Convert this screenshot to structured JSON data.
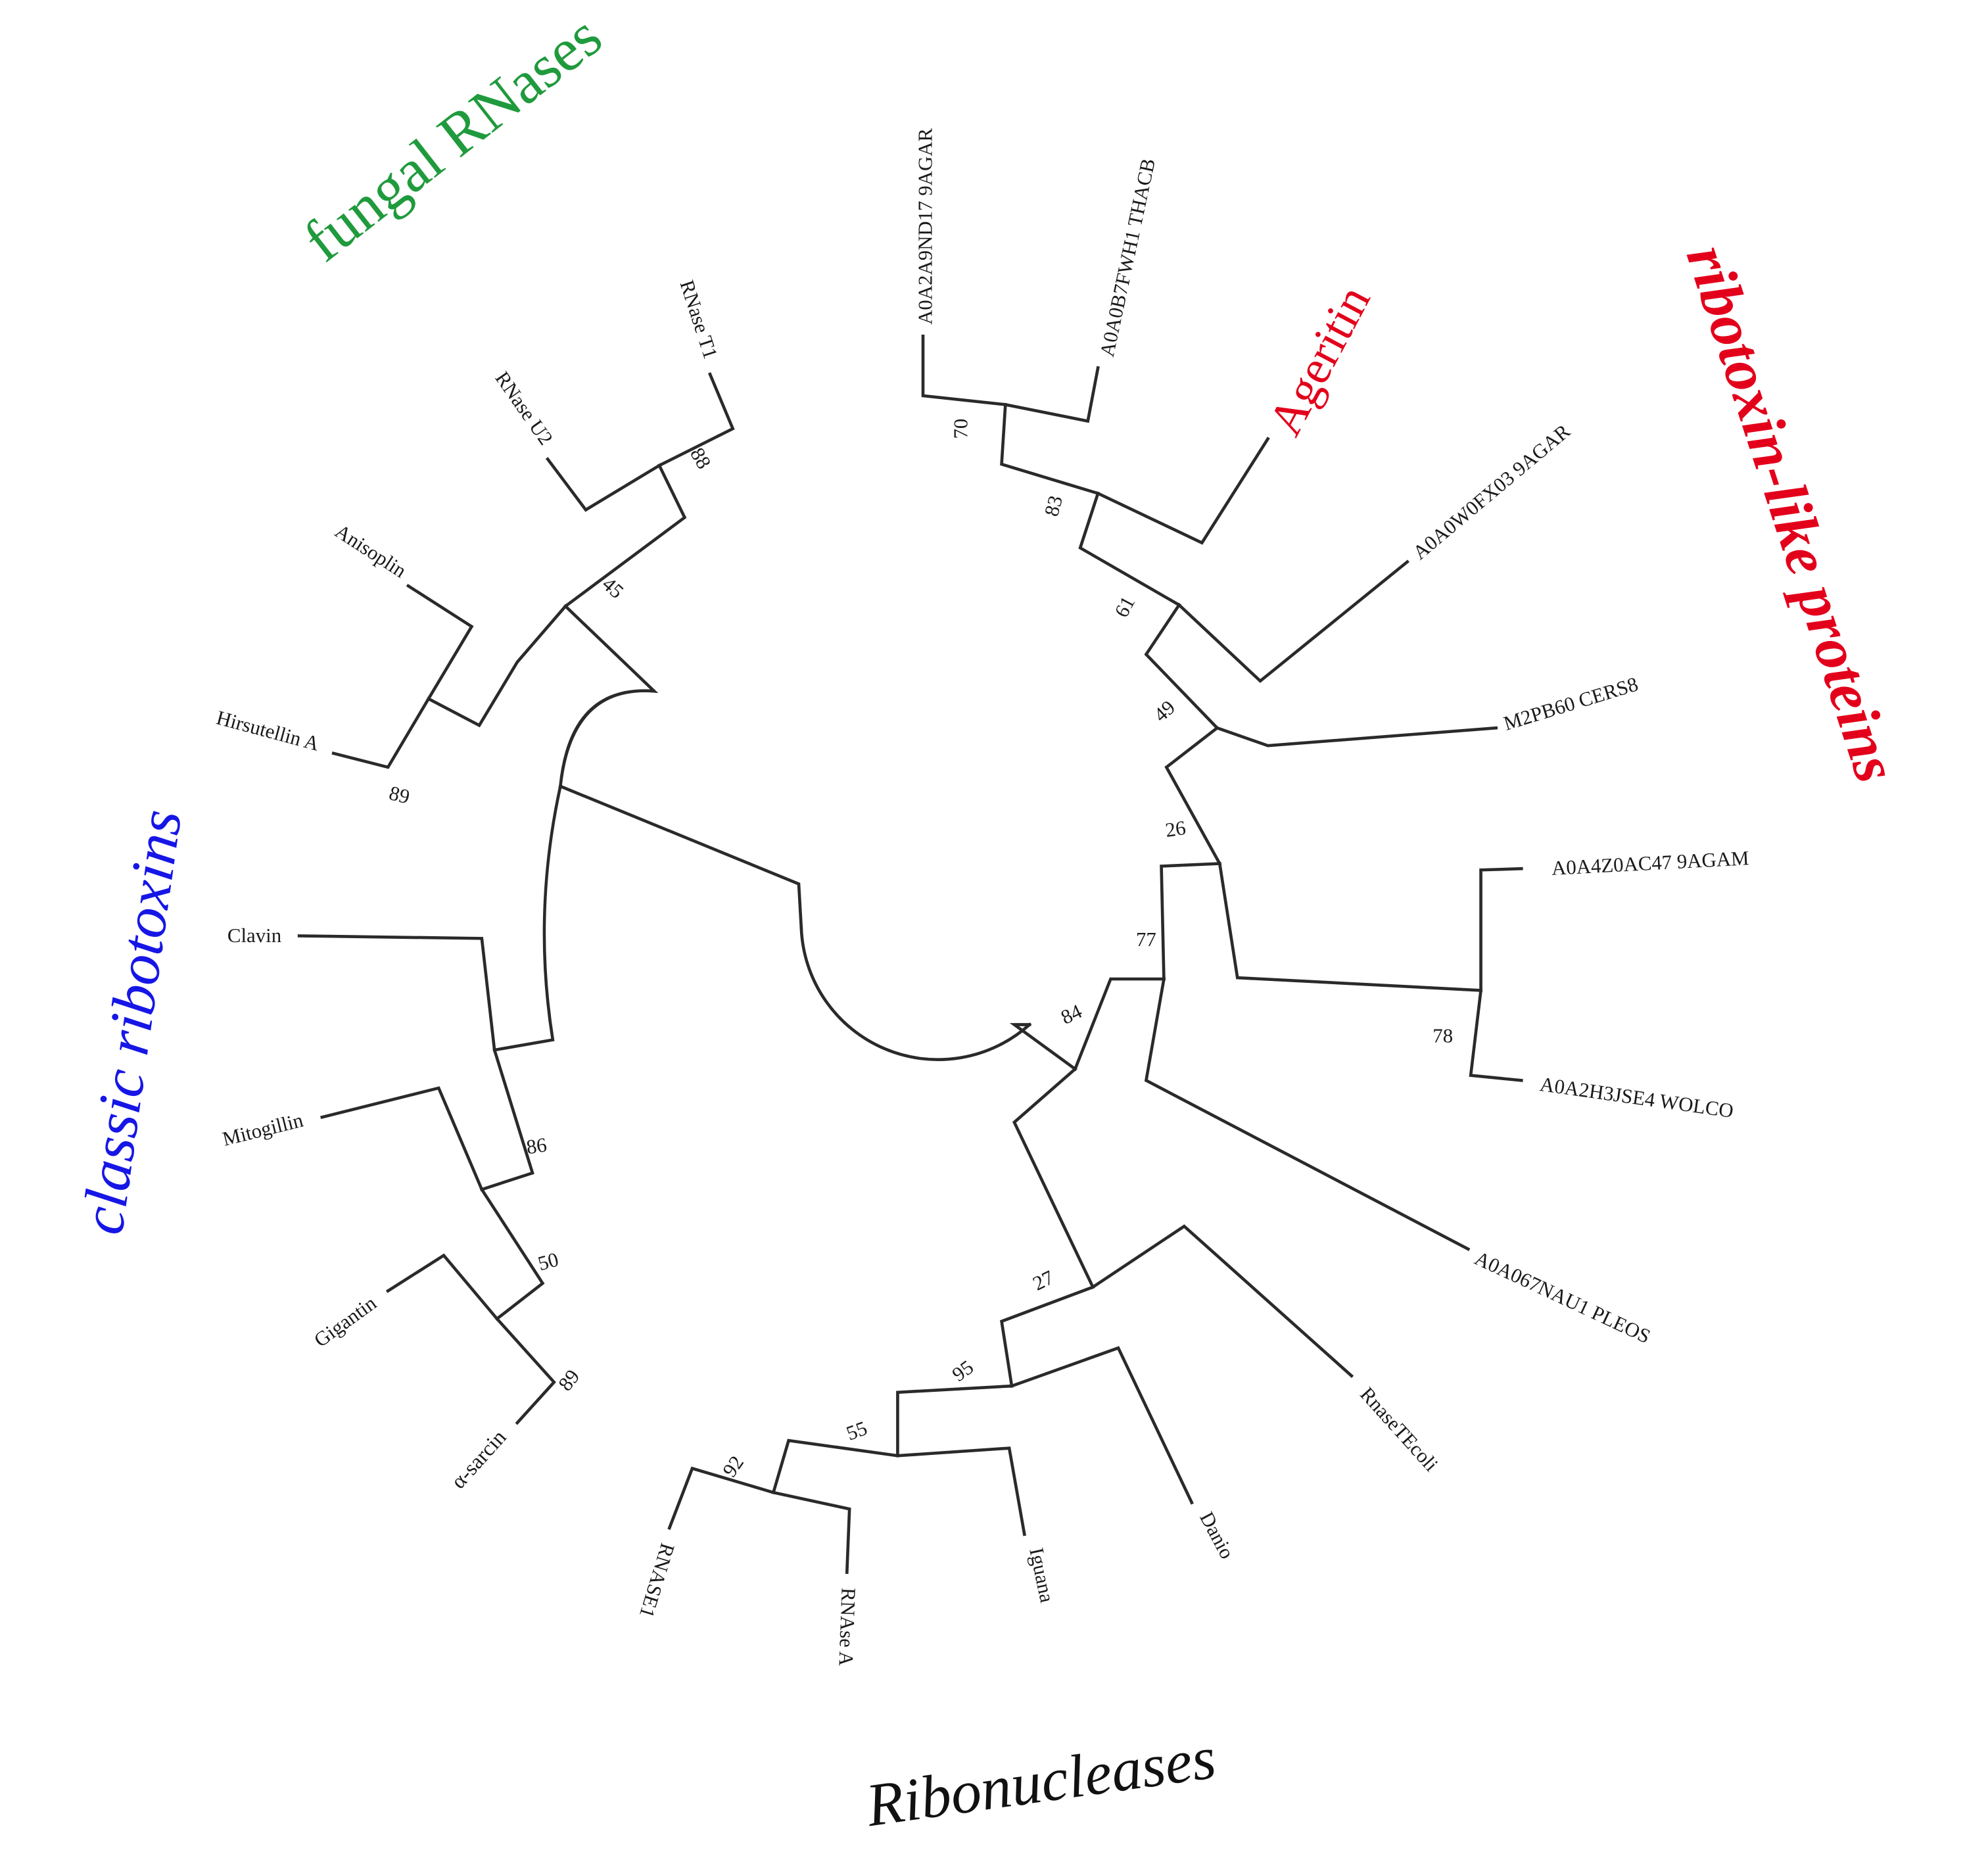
{
  "colors": {
    "fungal": "#1f9a3c",
    "ribotoxin_like": "#e3001b",
    "classic": "#1616e6",
    "ribonucleases": "#111111",
    "branch": "#2a2a2a",
    "text": "#1a1a1a"
  },
  "groups": {
    "fungal_rnases": "fungal RNases",
    "ribotoxin_like": "ribotoxin-like proteins",
    "classic_ribotoxins": "classic ribotoxins",
    "ribonucleases": "Ribonucleases",
    "ageritin": "Ageritin"
  },
  "leaves": {
    "rnase_t1": "RNase T1",
    "rnase_u2": "RNase U2",
    "anisoplin": "Anisoplin",
    "hirsutellin": "Hirsutellin A",
    "clavin": "Clavin",
    "mitogillin": "Mitogillin",
    "gigantin": "Gigantin",
    "alpha_sarcin": "α-sarcin",
    "a0a2a9nd17": "A0A2A9ND17 9AGAR",
    "a0a0b7fwh1": "A0A0B7FWH1 THACB",
    "a0a0w0fx03": "A0A0W0FX03 9AGAR",
    "m2pb60": "M2PB60 CERS8",
    "a0a4z0ac47": "A0A4Z0AC47 9AGAM",
    "a0a2h3jse4": "A0A2H3JSE4 WOLCO",
    "a0a067nau1": "A0A067NAU1 PLEOS",
    "rnasetecoli": "RnaseTEcoli",
    "danio": "Danio",
    "iguana": "Iguana",
    "rnase_a": "RNAse A",
    "rnase1": "RNASE1"
  },
  "bootstrap": {
    "n88": "88",
    "n45": "45",
    "n89a": "89",
    "n86": "86",
    "n50": "50",
    "n89b": "89",
    "n70": "70",
    "n83": "83",
    "n61": "61",
    "n49": "49",
    "n26": "26",
    "n77": "77",
    "n78": "78",
    "n84": "84",
    "n27": "27",
    "n95": "95",
    "n55": "55",
    "n92": "92"
  }
}
